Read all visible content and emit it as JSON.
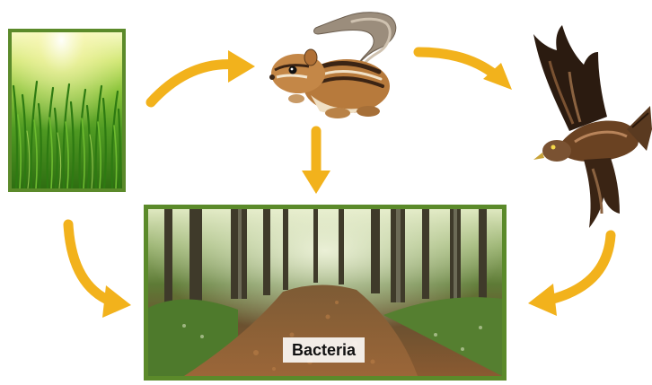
{
  "diagram": {
    "nodes": {
      "grass": {
        "label": "",
        "kind": "grass-photo"
      },
      "chipmunk": {
        "label": "",
        "kind": "chipmunk-photo"
      },
      "hawk": {
        "label": "",
        "kind": "hawk-photo"
      },
      "decomposer": {
        "label": "Bacteria",
        "kind": "forest-floor-photo"
      }
    },
    "edges": [
      {
        "from": "grass",
        "to": "chipmunk"
      },
      {
        "from": "chipmunk",
        "to": "hawk"
      },
      {
        "from": "chipmunk",
        "to": "decomposer"
      },
      {
        "from": "grass",
        "to": "decomposer"
      },
      {
        "from": "hawk",
        "to": "decomposer"
      }
    ],
    "colors": {
      "arrow": "#f2b21c",
      "arrow_light": "#f7d96a",
      "frame": "#5b8a2a"
    }
  }
}
